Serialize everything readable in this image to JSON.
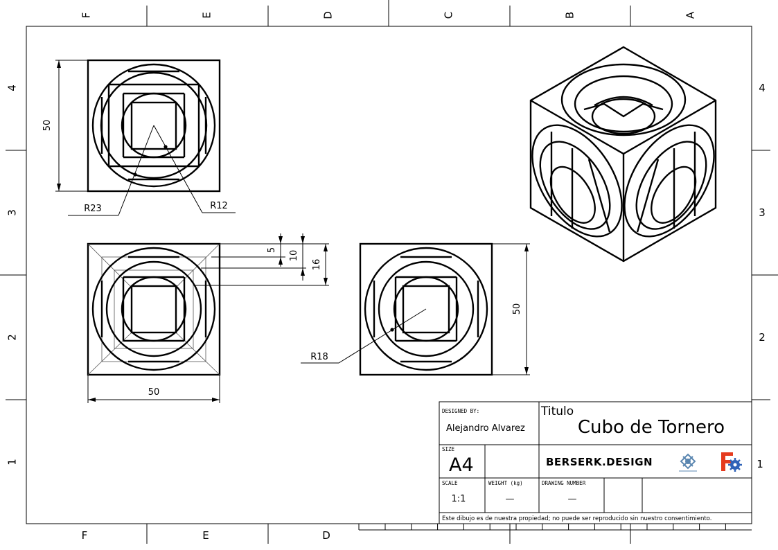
{
  "frame": {
    "top_letters": [
      "F",
      "E",
      "D",
      "C",
      "B",
      "A"
    ],
    "bottom_letters": [
      "F",
      "E",
      "D"
    ],
    "left_numbers": [
      "4",
      "3",
      "2",
      "1"
    ],
    "right_numbers": [
      "4",
      "3",
      "2",
      "1"
    ]
  },
  "dimensions": {
    "top_view_height": "50",
    "r23": "R23",
    "r12": "R12",
    "front_width": "50",
    "d5": "5",
    "d10": "10",
    "d16": "16",
    "r18": "R18",
    "side_height": "50"
  },
  "title_block": {
    "designed_by_label": "DESIGNED BY:",
    "designer": "Alejandro Alvarez",
    "title_label": "Titulo",
    "title": "Cubo de Tornero",
    "size_label": "SIZE",
    "size": "A4",
    "logo_text": "BERSERK.DESIGN",
    "scale_label": "SCALE",
    "scale": "1:1",
    "weight_label": "WEIGHT (kg)",
    "weight": "—",
    "drawing_number_label": "DRAWING NUMBER",
    "drawing_number": "—",
    "notice": "Este dibujo es de nuestra propiedad; no puede ser reproducido sin nuestro consentimiento."
  }
}
